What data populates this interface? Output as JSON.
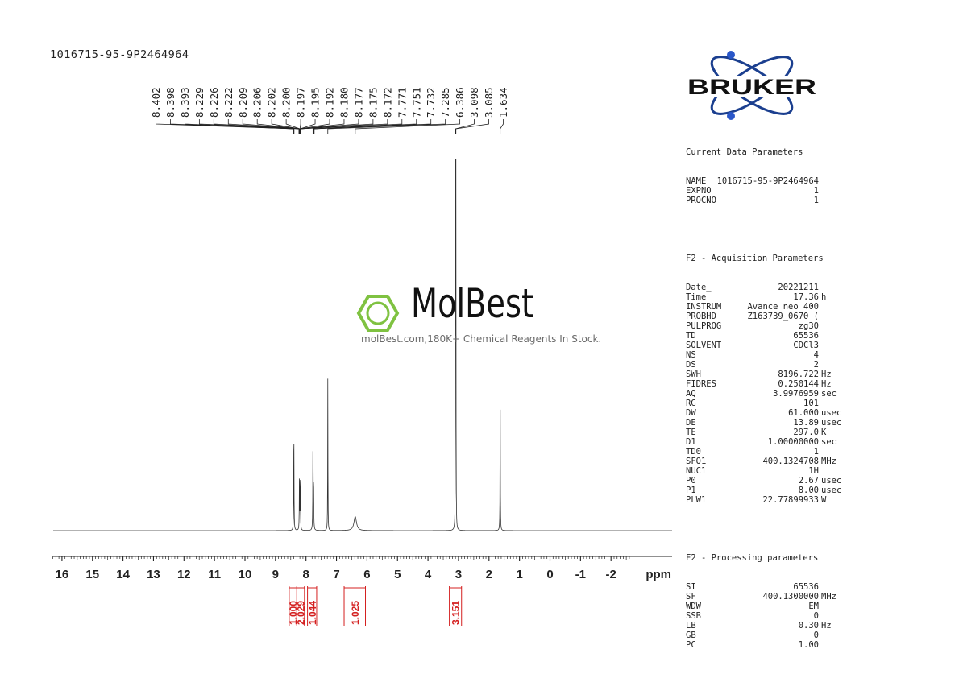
{
  "sample_id": "1016715-95-9P2464964",
  "watermark": {
    "brand": "MolBest",
    "tagline": "molBest.com,180K+ Chemical Reagents In Stock."
  },
  "logo": {
    "text": "BRUKER"
  },
  "parameters": {
    "current": {
      "title": "Current Data Parameters",
      "rows": [
        {
          "name": "NAME",
          "value": "1016715-95-9P2464964",
          "unit": ""
        },
        {
          "name": "EXPNO",
          "value": "1",
          "unit": ""
        },
        {
          "name": "PROCNO",
          "value": "1",
          "unit": ""
        }
      ]
    },
    "acquisition": {
      "title": "F2 - Acquisition Parameters",
      "rows": [
        {
          "name": "Date_",
          "value": "20221211",
          "unit": ""
        },
        {
          "name": "Time",
          "value": "17.36",
          "unit": "h"
        },
        {
          "name": "INSTRUM",
          "value": "Avance neo 400",
          "unit": ""
        },
        {
          "name": "PROBHD",
          "value": "Z163739_0670 (",
          "unit": ""
        },
        {
          "name": "PULPROG",
          "value": "zg30",
          "unit": ""
        },
        {
          "name": "TD",
          "value": "65536",
          "unit": ""
        },
        {
          "name": "SOLVENT",
          "value": "CDCl3",
          "unit": ""
        },
        {
          "name": "NS",
          "value": "4",
          "unit": ""
        },
        {
          "name": "DS",
          "value": "2",
          "unit": ""
        },
        {
          "name": "SWH",
          "value": "8196.722",
          "unit": "Hz"
        },
        {
          "name": "FIDRES",
          "value": "0.250144",
          "unit": "Hz"
        },
        {
          "name": "AQ",
          "value": "3.9976959",
          "unit": "sec"
        },
        {
          "name": "RG",
          "value": "101",
          "unit": ""
        },
        {
          "name": "DW",
          "value": "61.000",
          "unit": "usec"
        },
        {
          "name": "DE",
          "value": "13.89",
          "unit": "usec"
        },
        {
          "name": "TE",
          "value": "297.0",
          "unit": "K"
        },
        {
          "name": "D1",
          "value": "1.00000000",
          "unit": "sec"
        },
        {
          "name": "TD0",
          "value": "1",
          "unit": ""
        },
        {
          "name": "SFO1",
          "value": "400.1324708",
          "unit": "MHz"
        },
        {
          "name": "NUC1",
          "value": "1H",
          "unit": ""
        },
        {
          "name": "P0",
          "value": "2.67",
          "unit": "usec"
        },
        {
          "name": "P1",
          "value": "8.00",
          "unit": "usec"
        },
        {
          "name": "PLW1",
          "value": "22.77899933",
          "unit": "W"
        }
      ]
    },
    "processing": {
      "title": "F2 - Processing parameters",
      "rows": [
        {
          "name": "SI",
          "value": "65536",
          "unit": ""
        },
        {
          "name": "SF",
          "value": "400.1300000",
          "unit": "MHz"
        },
        {
          "name": "WDW",
          "value": "EM",
          "unit": ""
        },
        {
          "name": "SSB",
          "value": "0",
          "unit": ""
        },
        {
          "name": "LB",
          "value": "0.30",
          "unit": "Hz"
        },
        {
          "name": "GB",
          "value": "0",
          "unit": ""
        },
        {
          "name": "PC",
          "value": "1.00",
          "unit": ""
        }
      ]
    }
  },
  "colors": {
    "spectrum": "#333333",
    "integral": "#d42020",
    "logo_orbit": "#1b3f8f",
    "logo_dot": "#2a57c9",
    "watermark_icon": "#7fc241"
  },
  "chart_data": {
    "type": "line",
    "title": "",
    "xlabel": "ppm",
    "ylabel": "",
    "xlim": [
      16.3,
      -2.6
    ],
    "x_ticks": [
      "16",
      "15",
      "14",
      "13",
      "12",
      "11",
      "10",
      "9",
      "8",
      "7",
      "6",
      "5",
      "4",
      "3",
      "2",
      "1",
      "0",
      "-1",
      "-2"
    ],
    "peak_labels": [
      "8.402",
      "8.398",
      "8.393",
      "8.229",
      "8.226",
      "8.222",
      "8.209",
      "8.206",
      "8.202",
      "8.200",
      "8.197",
      "8.195",
      "8.192",
      "8.180",
      "8.177",
      "8.175",
      "8.172",
      "7.771",
      "7.751",
      "7.732",
      "7.285",
      "6.386",
      "3.098",
      "3.085",
      "1.634"
    ],
    "peaks": [
      {
        "ppm": 8.398,
        "height": 0.29,
        "width": 0.006
      },
      {
        "ppm": 8.214,
        "height": 0.16,
        "width": 0.006
      },
      {
        "ppm": 8.186,
        "height": 0.15,
        "width": 0.006
      },
      {
        "ppm": 7.771,
        "height": 0.26,
        "width": 0.006
      },
      {
        "ppm": 7.751,
        "height": 0.13,
        "width": 0.006
      },
      {
        "ppm": 7.285,
        "height": 0.41,
        "width": 0.005
      },
      {
        "ppm": 6.386,
        "height": 0.038,
        "width": 0.05
      },
      {
        "ppm": 3.098,
        "height": 1.0,
        "width": 0.004
      },
      {
        "ppm": 3.085,
        "height": 1.0,
        "width": 0.004
      },
      {
        "ppm": 1.634,
        "height": 0.41,
        "width": 0.005
      }
    ],
    "integrals": [
      {
        "label": "1.000",
        "from": 8.55,
        "to": 8.3
      },
      {
        "label": "2.029",
        "from": 8.3,
        "to": 8.05
      },
      {
        "label": "1.044",
        "from": 7.95,
        "to": 7.65
      },
      {
        "label": "1.025",
        "from": 6.75,
        "to": 6.05
      },
      {
        "label": "3.151",
        "from": 3.3,
        "to": 2.9
      }
    ]
  }
}
